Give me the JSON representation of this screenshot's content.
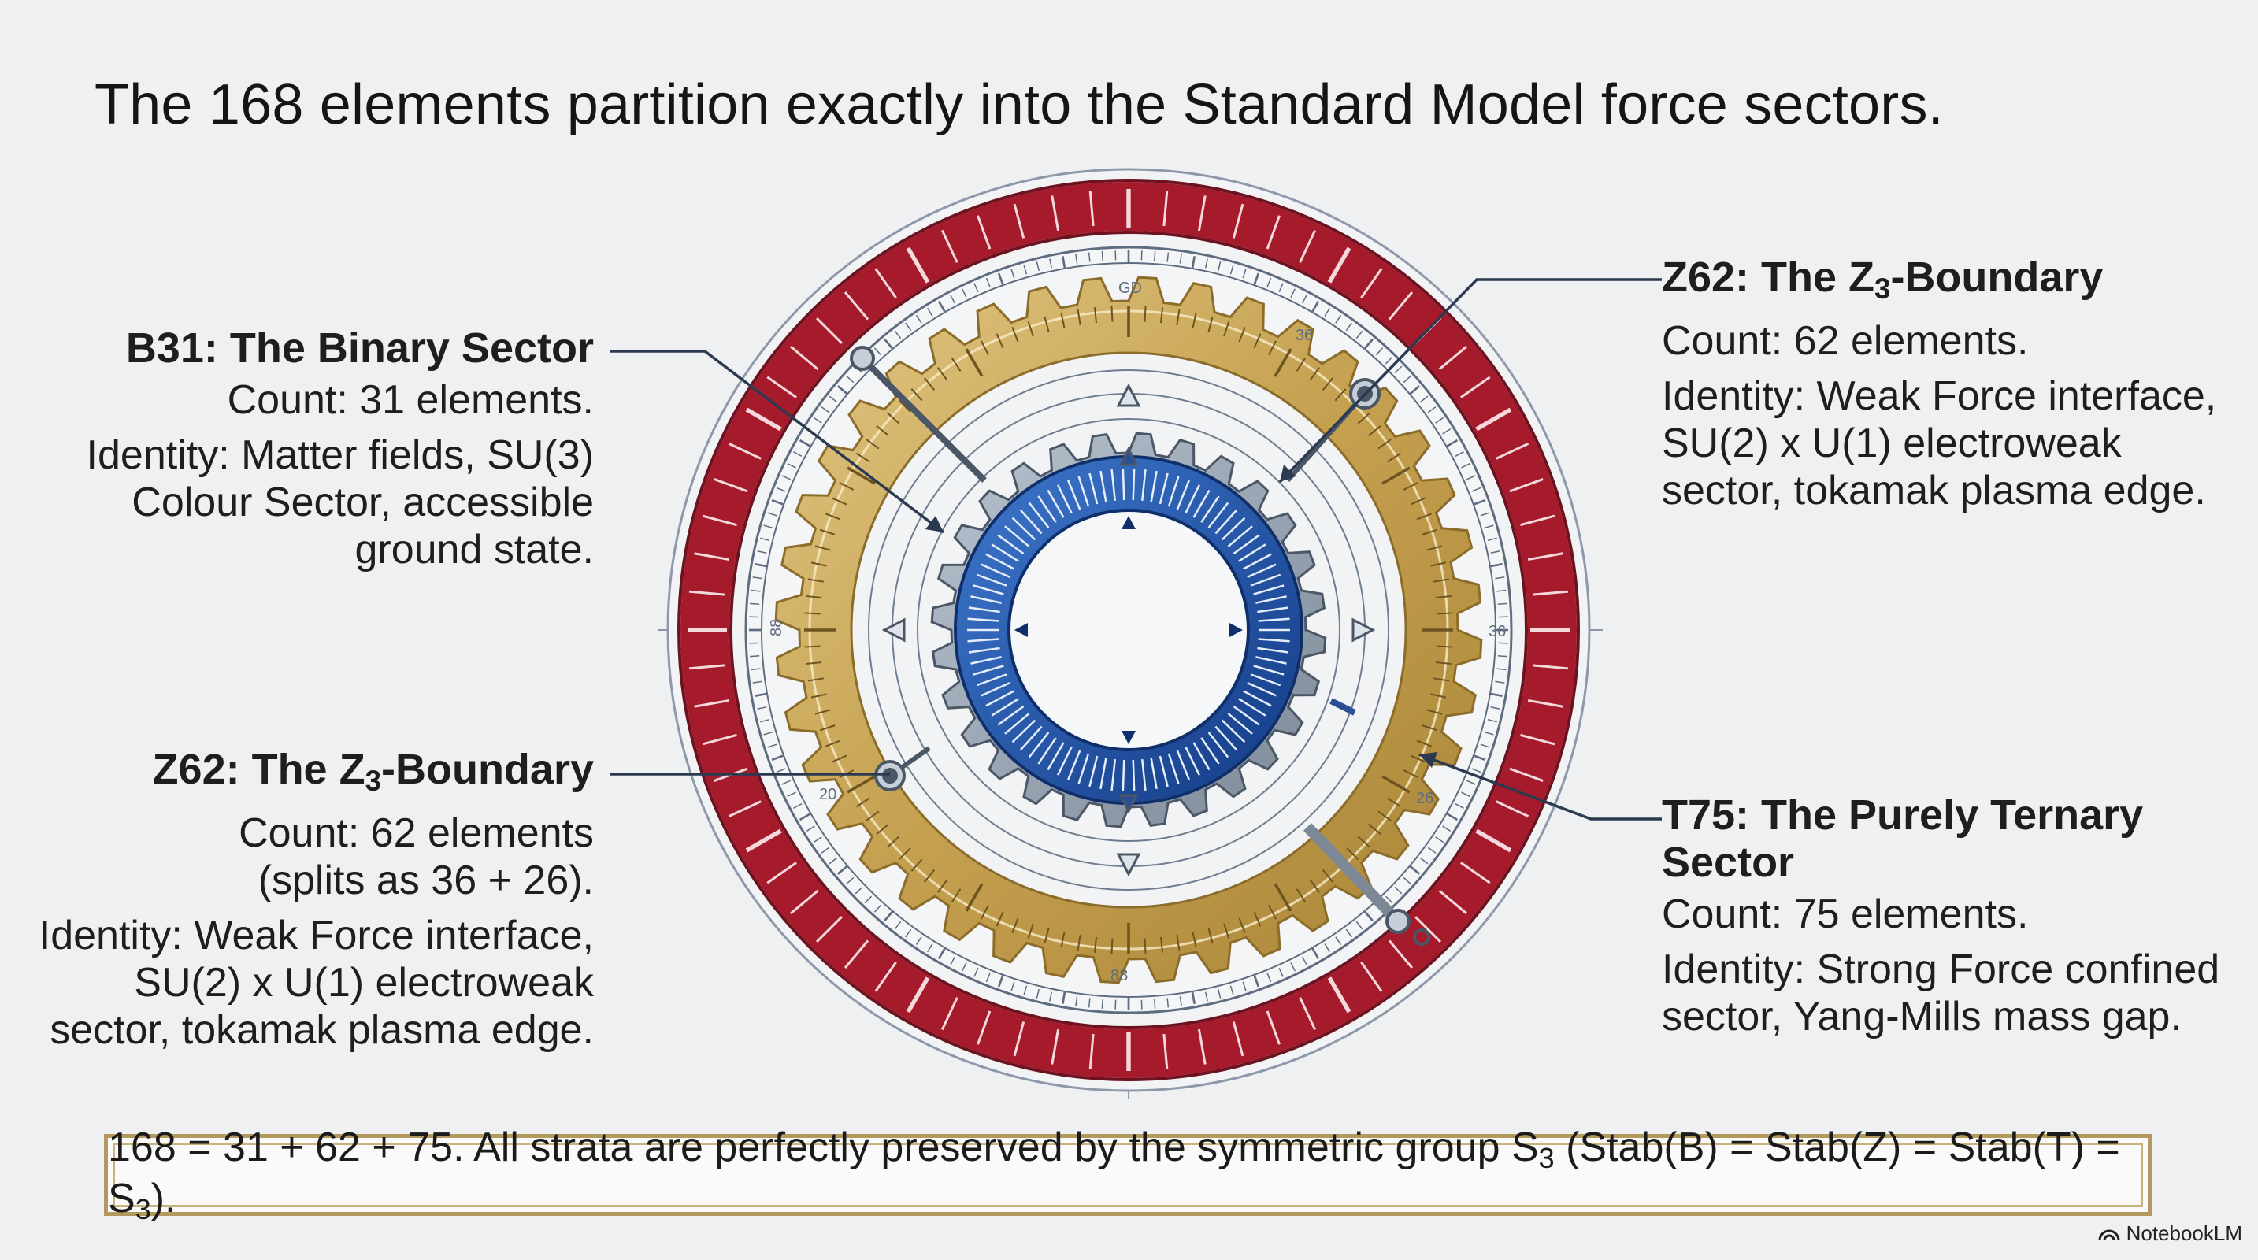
{
  "title": "The 168 elements partition exactly into the Standard Model force sectors.",
  "sectors": {
    "b31": {
      "head": "B31: The Binary Sector",
      "count": "Count: 31 elements.",
      "identity": [
        "Identity: Matter fields, SU(3)",
        "Colour Sector, accessible",
        "ground state."
      ]
    },
    "z62_left": {
      "head_pre": "Z62: The Z",
      "head_sub": "3",
      "head_post": "-Boundary",
      "count": [
        "Count: 62 elements",
        "(splits as 36 + 26)."
      ],
      "identity": [
        "Identity: Weak Force interface,",
        "SU(2) x U(1) electroweak",
        "sector, tokamak plasma edge."
      ]
    },
    "z62_right": {
      "head_pre": "Z62: The Z",
      "head_sub": "3",
      "head_post": "-Boundary",
      "count": "Count: 62 elements.",
      "identity": [
        "Identity: Weak Force interface,",
        "SU(2) x U(1) electroweak",
        "sector, tokamak plasma edge."
      ]
    },
    "t75": {
      "head": "T75: The Purely Ternary Sector",
      "count": "Count: 75 elements.",
      "identity": [
        "Identity: Strong Force confined",
        "sector, Yang-Mills mass gap."
      ]
    }
  },
  "footer": {
    "part1": "168 = 31 + 62 + 75. All strata are perfectly preserved by the symmetric group S",
    "sub1": "3",
    "part2": " (Stab(B) = Stab(Z) = Stab(T) = S",
    "sub2": "3",
    "part3": ")."
  },
  "dial_marks": [
    "GD",
    "88",
    "36",
    "26",
    "88",
    "36",
    "20"
  ],
  "brand": "NotebookLM",
  "colors": {
    "outer_ring": "#a51b2c",
    "middle_ring": "#c9a555",
    "inner_ring": "#1f4f9e",
    "background": "#eef0f2"
  }
}
